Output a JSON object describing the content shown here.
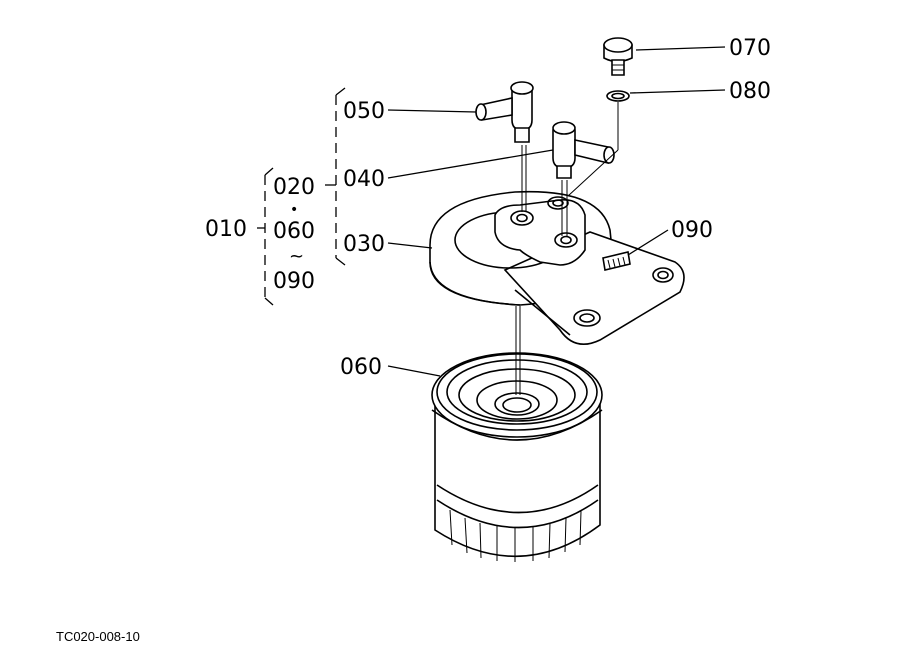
{
  "callouts": {
    "p070": "070",
    "p080": "080",
    "p050": "050",
    "p040": "040",
    "p020": "020",
    "p010": "010",
    "p060a": "060",
    "p090a": "090",
    "p030": "030",
    "p090b": "090",
    "p060b": "060",
    "range_dot": "•",
    "range_tilde": "~"
  },
  "figure_id": "TC020-008-10",
  "colors": {
    "ink": "#000000",
    "paper": "#ffffff"
  }
}
